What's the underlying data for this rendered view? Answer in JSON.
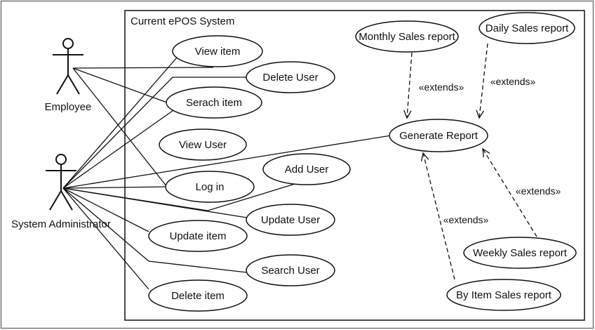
{
  "system": {
    "title": "Current ePOS System"
  },
  "actors": [
    {
      "id": "employee",
      "label": "Employee"
    },
    {
      "id": "admin",
      "label": "System Administrator"
    }
  ],
  "use_cases": [
    {
      "id": "view-item",
      "label": "View item"
    },
    {
      "id": "delete-user",
      "label": "Delete User"
    },
    {
      "id": "search-item",
      "label": "Serach item"
    },
    {
      "id": "view-user",
      "label": "View User"
    },
    {
      "id": "add-user",
      "label": "Add User"
    },
    {
      "id": "log-in",
      "label": "Log in"
    },
    {
      "id": "update-user",
      "label": "Update User"
    },
    {
      "id": "update-item",
      "label": "Update item"
    },
    {
      "id": "search-user",
      "label": "Search User"
    },
    {
      "id": "delete-item",
      "label": "Delete item"
    },
    {
      "id": "generate-report",
      "label": "Generate Report"
    },
    {
      "id": "monthly-sales-report",
      "label": "Monthly Sales report"
    },
    {
      "id": "daily-sales-report",
      "label": "Daily Sales report"
    },
    {
      "id": "weekly-sales-report",
      "label": "Weekly Sales report"
    },
    {
      "id": "by-item-sales-report",
      "label": "By Item Sales report"
    }
  ],
  "associations": [
    {
      "from": "employee",
      "to": "view-item"
    },
    {
      "from": "employee",
      "to": "search-item"
    },
    {
      "from": "employee",
      "to": "log-in"
    },
    {
      "from": "admin",
      "to": "view-item"
    },
    {
      "from": "admin",
      "to": "delete-user"
    },
    {
      "from": "admin",
      "to": "search-item"
    },
    {
      "from": "admin",
      "to": "log-in"
    },
    {
      "from": "admin",
      "to": "add-user"
    },
    {
      "from": "admin",
      "to": "update-user"
    },
    {
      "from": "admin",
      "to": "update-item"
    },
    {
      "from": "admin",
      "to": "search-user"
    },
    {
      "from": "admin",
      "to": "delete-item"
    },
    {
      "from": "admin",
      "to": "generate-report"
    }
  ],
  "extends_relations": [
    {
      "from": "monthly-sales-report",
      "to": "generate-report",
      "label": "«extends»"
    },
    {
      "from": "daily-sales-report",
      "to": "generate-report",
      "label": "«extends»"
    },
    {
      "from": "weekly-sales-report",
      "to": "generate-report",
      "label": "«extends»"
    },
    {
      "from": "by-item-sales-report",
      "to": "generate-report",
      "label": "«extends»"
    }
  ]
}
